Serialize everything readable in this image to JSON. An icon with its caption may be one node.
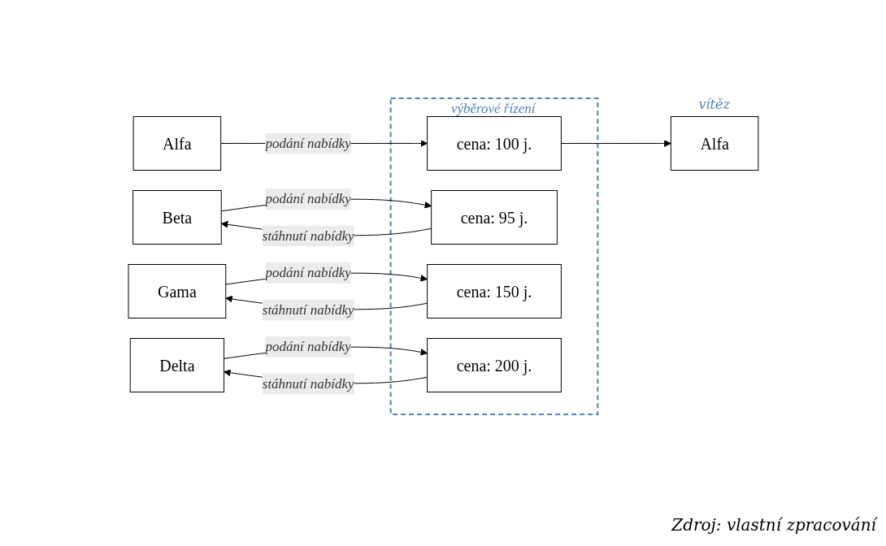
{
  "diagram": {
    "caption": "Zdroj: vlastní zpracování",
    "nodes": [
      {
        "text": [
          "Alfa"
        ]
      },
      {
        "text": [
          "Beta"
        ]
      },
      {
        "text": [
          "Gama"
        ]
      },
      {
        "text": [
          "Delta"
        ]
      },
      {
        "text": [
          "výběrové řízení"
        ]
      },
      {
        "text": [
          "cena: 100 j."
        ],
        "in": 4
      },
      {
        "text": [
          "cena: 95 j."
        ],
        "in": 4
      },
      {
        "text": [
          "cena: 150 j."
        ],
        "in": 4
      },
      {
        "text": [
          "cena: 200 j."
        ],
        "in": 4
      },
      {
        "text": [
          "Alfa"
        ],
        "beside": [
          "vítěz"
        ]
      }
    ],
    "edges": [
      {
        "from": 0,
        "to": 5,
        "arrow": "to",
        "label": "podání nabídky"
      },
      {
        "from": 1,
        "to": 6,
        "arrow": "to",
        "label": "podání nabídky"
      },
      {
        "from": 6,
        "to": 1,
        "arrow": "to",
        "label": "stáhnutí nabídky"
      },
      {
        "from": 2,
        "to": 7,
        "arrow": "to",
        "label": "podání nabídky"
      },
      {
        "from": 7,
        "to": 2,
        "arrow": "to",
        "label": "stáhnutí nabídky"
      },
      {
        "from": 3,
        "to": 8,
        "arrow": "to",
        "label": "podání nabídky"
      },
      {
        "from": 8,
        "to": 3,
        "arrow": "to",
        "label": "stáhnutí nabídky"
      },
      {
        "from": 5,
        "to": 9,
        "arrow": "to"
      }
    ]
  }
}
